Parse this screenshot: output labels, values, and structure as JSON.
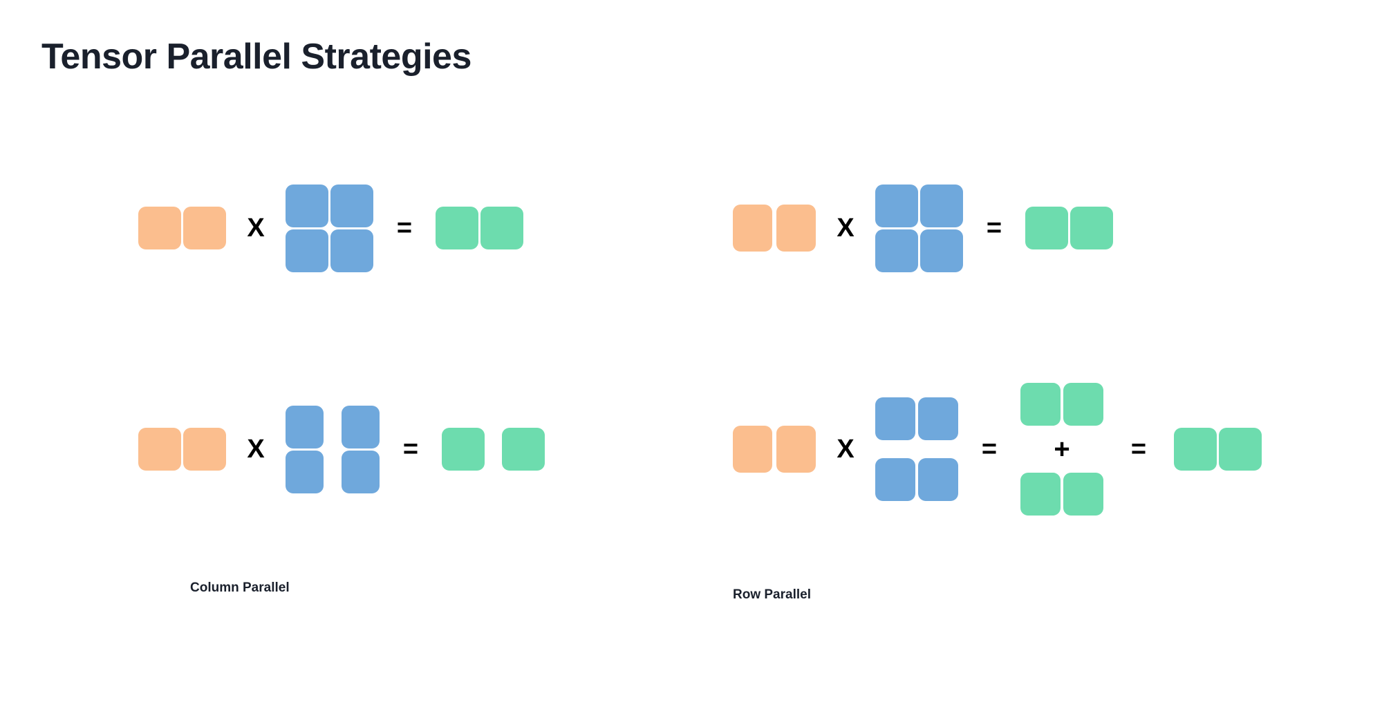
{
  "page": {
    "title": "Tensor Parallel Strategies",
    "background_color": "#ffffff",
    "text_color": "#1a202c"
  },
  "colors": {
    "input_orange": "#fbbe8e",
    "weight_blue": "#6fa8dc",
    "output_green": "#6ddcae",
    "operator_black": "#000000"
  },
  "operators": {
    "multiply": "X",
    "equals": "=",
    "plus": "+"
  },
  "panels": [
    {
      "id": "column-parallel",
      "caption": "Column Parallel",
      "equations": [
        {
          "id": "column-parallel-reference",
          "terms": [
            {
              "kind": "matrix",
              "role": "input-activations",
              "color": "orange",
              "rows": 1,
              "cols": 2,
              "split": "none"
            },
            {
              "kind": "operator",
              "symbol": "X"
            },
            {
              "kind": "matrix",
              "role": "weight-matrix",
              "color": "blue",
              "rows": 2,
              "cols": 2,
              "split": "none"
            },
            {
              "kind": "operator",
              "symbol": "="
            },
            {
              "kind": "matrix",
              "role": "output-activations",
              "color": "green",
              "rows": 1,
              "cols": 2,
              "split": "none"
            }
          ]
        },
        {
          "id": "column-parallel-sharded",
          "terms": [
            {
              "kind": "matrix",
              "role": "input-activations",
              "color": "orange",
              "rows": 1,
              "cols": 2,
              "split": "none"
            },
            {
              "kind": "operator",
              "symbol": "X"
            },
            {
              "kind": "matrix",
              "role": "weight-matrix",
              "color": "blue",
              "rows": 2,
              "cols": 2,
              "split": "columns"
            },
            {
              "kind": "operator",
              "symbol": "="
            },
            {
              "kind": "matrix",
              "role": "output-activations",
              "color": "green",
              "rows": 1,
              "cols": 2,
              "split": "columns"
            }
          ]
        }
      ]
    },
    {
      "id": "row-parallel",
      "caption": "Row Parallel",
      "equations": [
        {
          "id": "row-parallel-reference",
          "terms": [
            {
              "kind": "matrix",
              "role": "input-activations",
              "color": "orange",
              "rows": 1,
              "cols": 2,
              "split": "none"
            },
            {
              "kind": "operator",
              "symbol": "X"
            },
            {
              "kind": "matrix",
              "role": "weight-matrix",
              "color": "blue",
              "rows": 2,
              "cols": 2,
              "split": "none"
            },
            {
              "kind": "operator",
              "symbol": "="
            },
            {
              "kind": "matrix",
              "role": "output-activations",
              "color": "green",
              "rows": 1,
              "cols": 2,
              "split": "none"
            }
          ]
        },
        {
          "id": "row-parallel-sharded",
          "terms": [
            {
              "kind": "matrix",
              "role": "input-activations",
              "color": "orange",
              "rows": 1,
              "cols": 2,
              "split": "columns"
            },
            {
              "kind": "operator",
              "symbol": "X"
            },
            {
              "kind": "matrix",
              "role": "weight-matrix",
              "color": "blue",
              "rows": 2,
              "cols": 2,
              "split": "rows"
            },
            {
              "kind": "operator",
              "symbol": "="
            },
            {
              "kind": "partial-sum",
              "role": "partial-outputs",
              "color": "green",
              "operand_count": 2,
              "operand_rows": 1,
              "operand_cols": 2,
              "joining_symbol": "+"
            },
            {
              "kind": "operator",
              "symbol": "="
            },
            {
              "kind": "matrix",
              "role": "reduced-output",
              "color": "green",
              "rows": 1,
              "cols": 2,
              "split": "none"
            }
          ]
        }
      ]
    }
  ]
}
